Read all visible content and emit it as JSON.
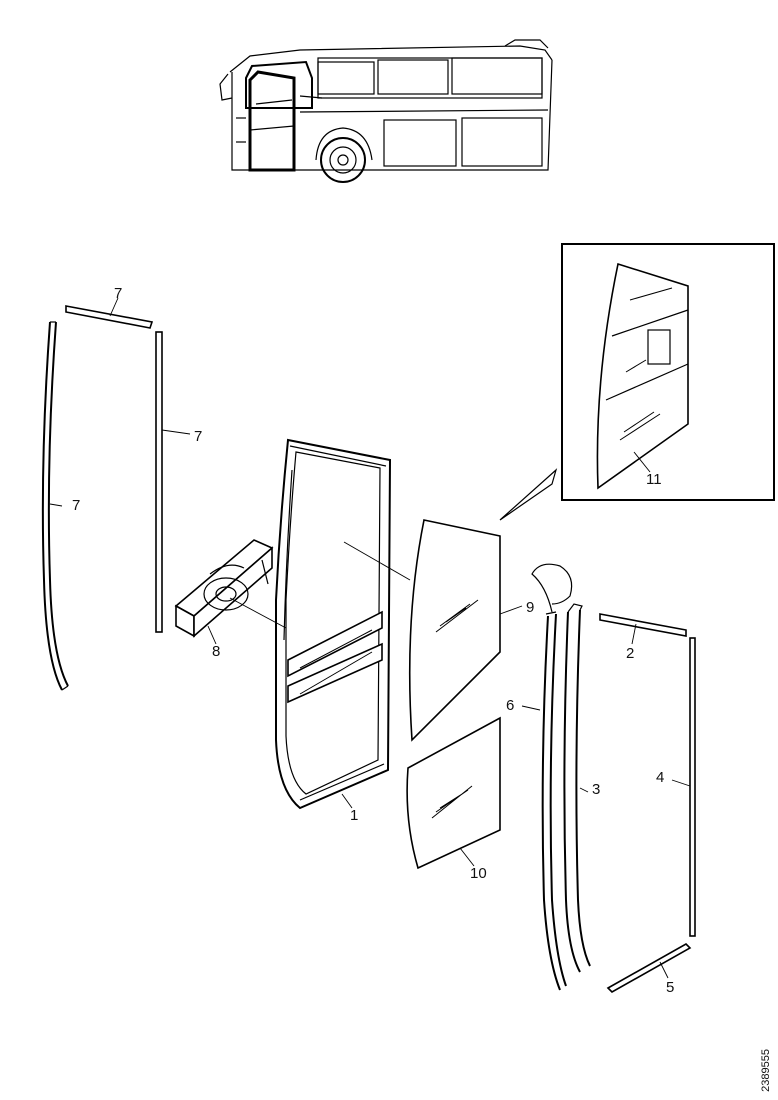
{
  "callouts": {
    "c1": "1",
    "c2": "2",
    "c3": "3",
    "c4": "4",
    "c5": "5",
    "c6": "6",
    "c7a": "7",
    "c7b": "7",
    "c7c": "7",
    "c8": "8",
    "c9": "9",
    "c10": "10",
    "c11": "11"
  },
  "document_id": "2389555",
  "colors": {
    "line": "#000000",
    "background": "#ffffff"
  }
}
